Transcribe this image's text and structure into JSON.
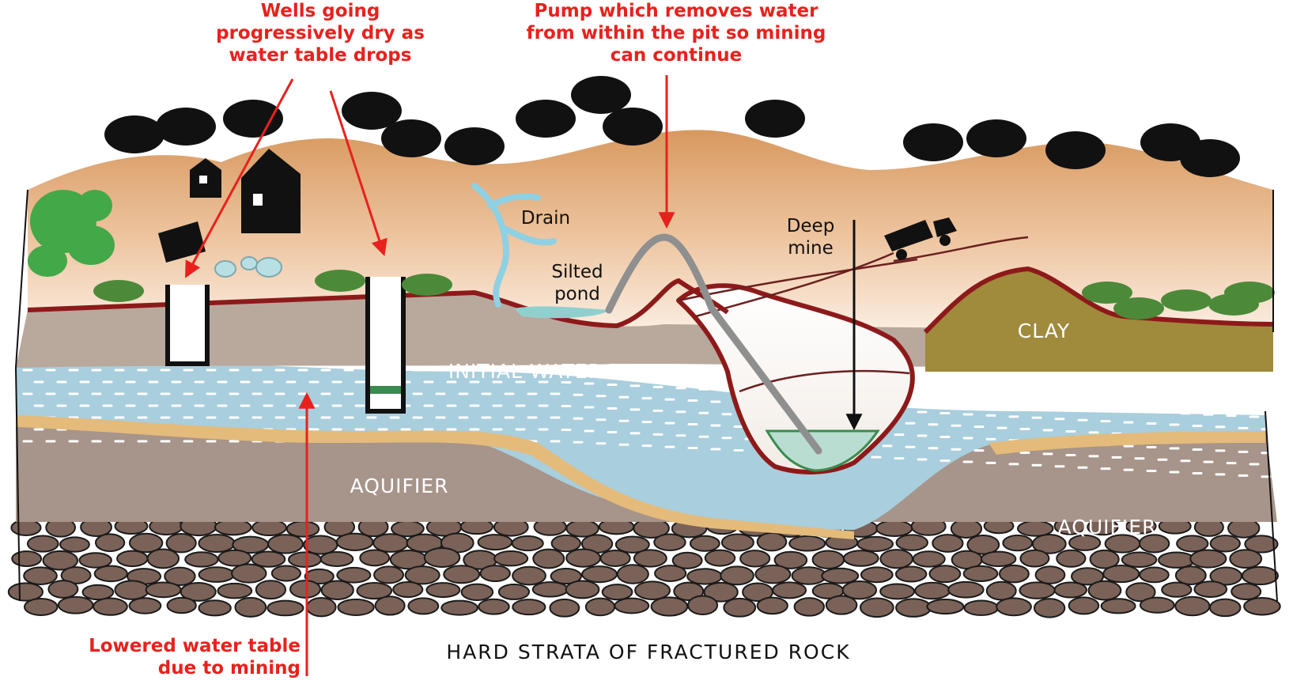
{
  "callouts": {
    "wells": [
      "Wells going",
      "progressively dry as",
      "water table drops"
    ],
    "pump": [
      "Pump which removes water",
      "from within the pit so mining",
      "can continue"
    ],
    "lowered": [
      "Lowered water table",
      "due to mining"
    ]
  },
  "labels": {
    "drain": "Drain",
    "silted": [
      "Silted",
      "pond"
    ],
    "deep_mine": [
      "Deep",
      "mine"
    ],
    "clay": "CLAY",
    "initial_water_table": "INITIAL WATER TABLE",
    "aquifer_left": "AQUIFIER",
    "aquifer_right": "AQUIFIER",
    "hard_strata": "HARD STRATA OF FRACTURED ROCK"
  },
  "colors": {
    "callout_red": "#e8211d",
    "soil_orange": "#dba678",
    "water_blue": "#a9cedd",
    "clay_olive": "#a08a3c",
    "rock_brown": "#7a6258",
    "topsoil_red": "#8d1a1a"
  }
}
